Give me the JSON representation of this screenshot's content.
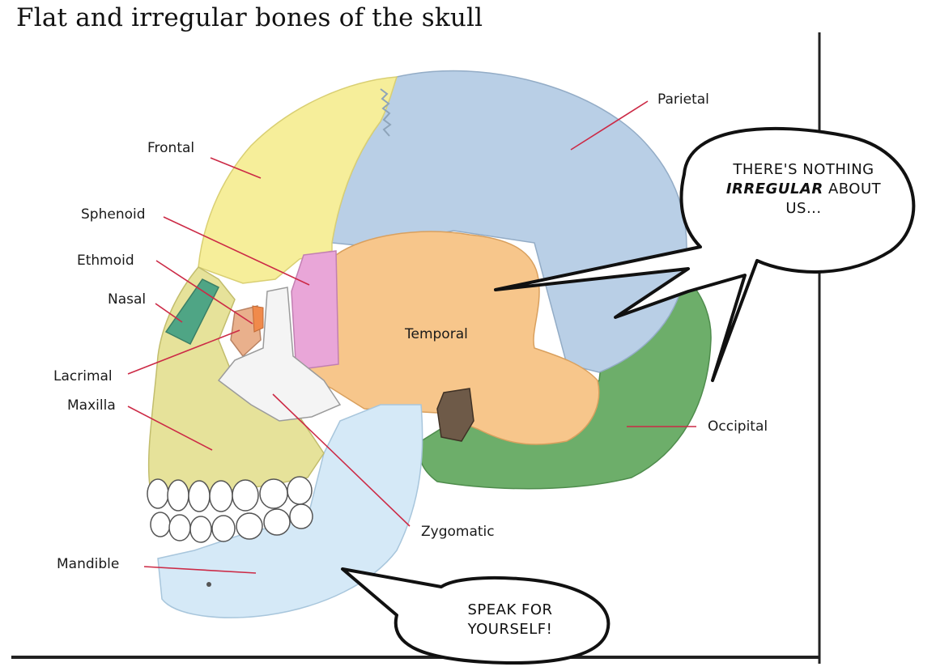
{
  "title": "Flat and irregular bones of the skull",
  "labels": {
    "frontal": "Frontal",
    "parietal": "Parietal",
    "sphenoid": "Sphenoid",
    "ethmoid": "Ethmoid",
    "nasal": "Nasal",
    "temporal": "Temporal",
    "lacrimal": "Lacrimal",
    "maxilla": "Maxilla",
    "occipital": "Occipital",
    "zygomatic": "Zygomatic",
    "mandible": "Mandible"
  },
  "bubbles": {
    "upper_line1": "THERE'S NOTHING",
    "upper_emph": "IRREGULAR",
    "upper_line2_rest": " ABOUT",
    "upper_line3": "US...",
    "lower_line1": "SPEAK FOR",
    "lower_line2": "YOURSELF!"
  },
  "colors": {
    "frontal": "#f6ee9a",
    "parietal": "#b9cfe6",
    "temporal": "#f7c68b",
    "sphenoid": "#e9a6d8",
    "occipital": "#6dae6a",
    "zygomatic": "#f4f4f4",
    "maxilla": "#e6e29a",
    "mandible": "#d5e9f7",
    "nasal": "#4fa585",
    "lacrimal": "#e9b08c",
    "leader": "#cc2a46"
  }
}
